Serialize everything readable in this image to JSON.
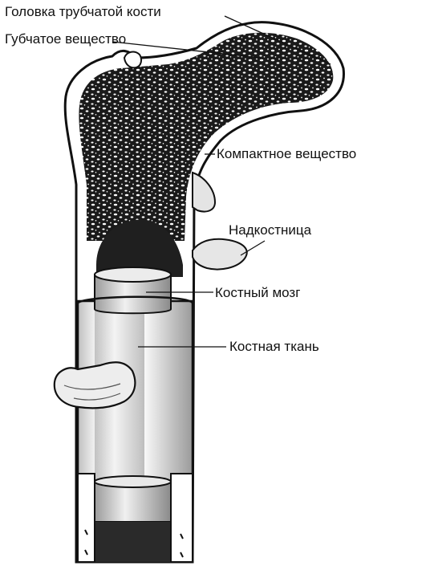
{
  "labels": {
    "head": "Головка трубчатой кости",
    "spongy": "Губчатое вещество",
    "compact": "Компактное вещество",
    "periosteum": "Надкостница",
    "marrow": "Костный мозг",
    "tissue": "Костная ткань"
  },
  "colors": {
    "ink": "#111111",
    "bone": "#ffffff",
    "spongy_fill": "#1a1a1a",
    "shade": "#d9d9d9"
  }
}
